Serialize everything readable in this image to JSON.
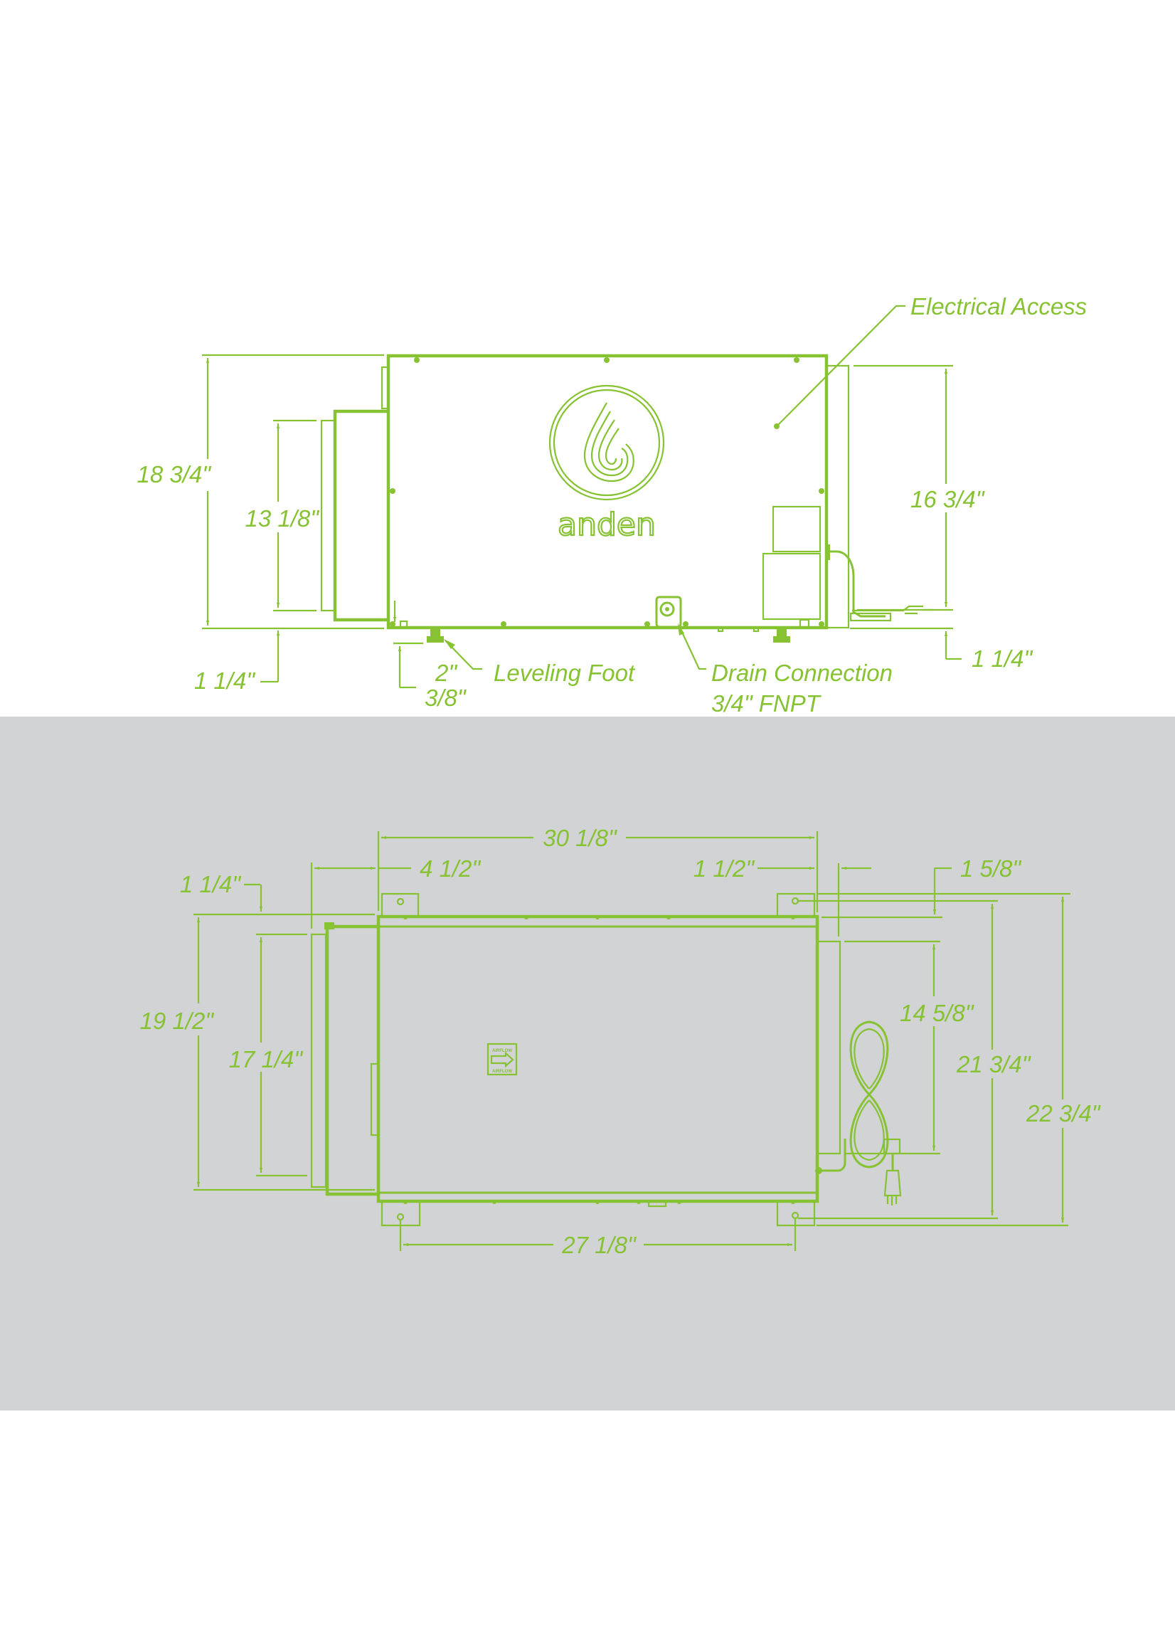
{
  "colors": {
    "line": "#86c232",
    "background_top": "#ffffff",
    "background_band": "#d2d3d5"
  },
  "front_view": {
    "brand": "anden",
    "callouts": {
      "electrical_access": "Electrical Access",
      "leveling_foot": "Leveling Foot",
      "drain_connection": "Drain Connection",
      "drain_spec": "3/4\" FNPT"
    },
    "dimensions": {
      "overall_height": "18 3/4\"",
      "side_panel_height": "13 1/8\"",
      "right_panel_height": "16 3/4\"",
      "left_bottom_offset": "1 1/4\"",
      "right_bottom_offset": "1 1/4\"",
      "foot_height": "2\"",
      "foot_clearance": "3/8\""
    }
  },
  "top_view": {
    "sticker": {
      "top": "AIRFLOW",
      "bottom": "AIRFLOW",
      "icon": "arrow-right-icon"
    },
    "dimensions": {
      "overall_width": "30 1/8\"",
      "left_overhang": "4 1/2\"",
      "right_overhang": "1 1/2\"",
      "top_offset_left": "1 1/4\"",
      "top_offset_right": "1 5/8\"",
      "overall_depth": "19 1/2\"",
      "left_panel_depth": "17 1/4\"",
      "right_panel_depth": "14 5/8\"",
      "bolt_hole_depth": "21 3/4\"",
      "bracket_depth": "22 3/4\"",
      "bolt_hole_spacing": "27 1/8\""
    }
  }
}
